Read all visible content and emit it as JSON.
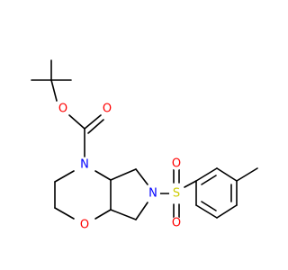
{
  "molecule": {
    "atoms": {
      "o_ester": {
        "symbol": "O",
        "color": "#ff0000"
      },
      "o_carbonyl": {
        "symbol": "O",
        "color": "#ff0000"
      },
      "n_ring": {
        "symbol": "N",
        "color": "#0000ff"
      },
      "o_ring": {
        "symbol": "O",
        "color": "#ff0000"
      },
      "n_pyrrolidine": {
        "symbol": "N",
        "color": "#0000ff"
      },
      "s_sulfonyl": {
        "symbol": "S",
        "color": "#cccc00"
      },
      "o_sulfonyl_top": {
        "symbol": "O",
        "color": "#ff0000"
      },
      "o_sulfonyl_bottom": {
        "symbol": "O",
        "color": "#ff0000"
      }
    },
    "bond_color": "#000000"
  }
}
